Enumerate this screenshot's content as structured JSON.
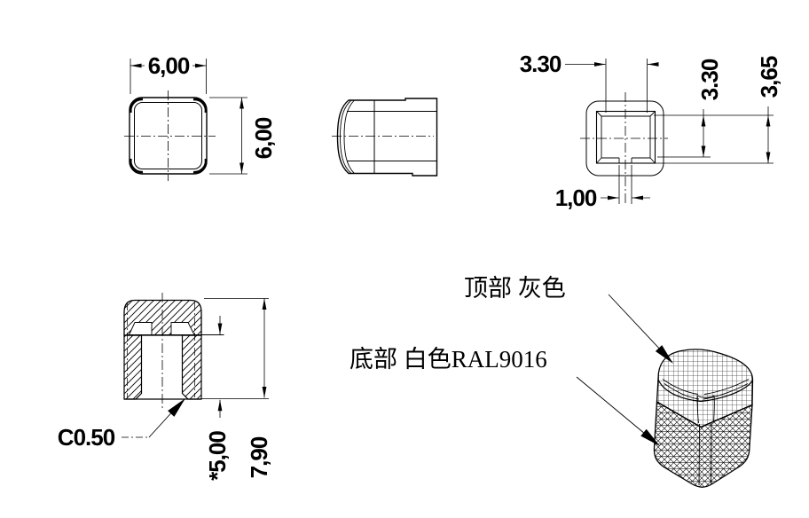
{
  "dimensions": {
    "top_width": "6,00",
    "top_height": "6,00",
    "recess_width": "3.30",
    "recess_depth_inner": "3.30",
    "recess_depth_outer": "3,65",
    "notch_width": "1,00",
    "chamfer_note": "C0.50",
    "inner_depth": "*5,00",
    "overall_height": "7,90"
  },
  "annotations": {
    "top_part_color": "顶部 灰色",
    "bottom_part_color": "底部 白色RAL9016"
  },
  "colors": {
    "line": "#000000",
    "background": "#ffffff"
  }
}
